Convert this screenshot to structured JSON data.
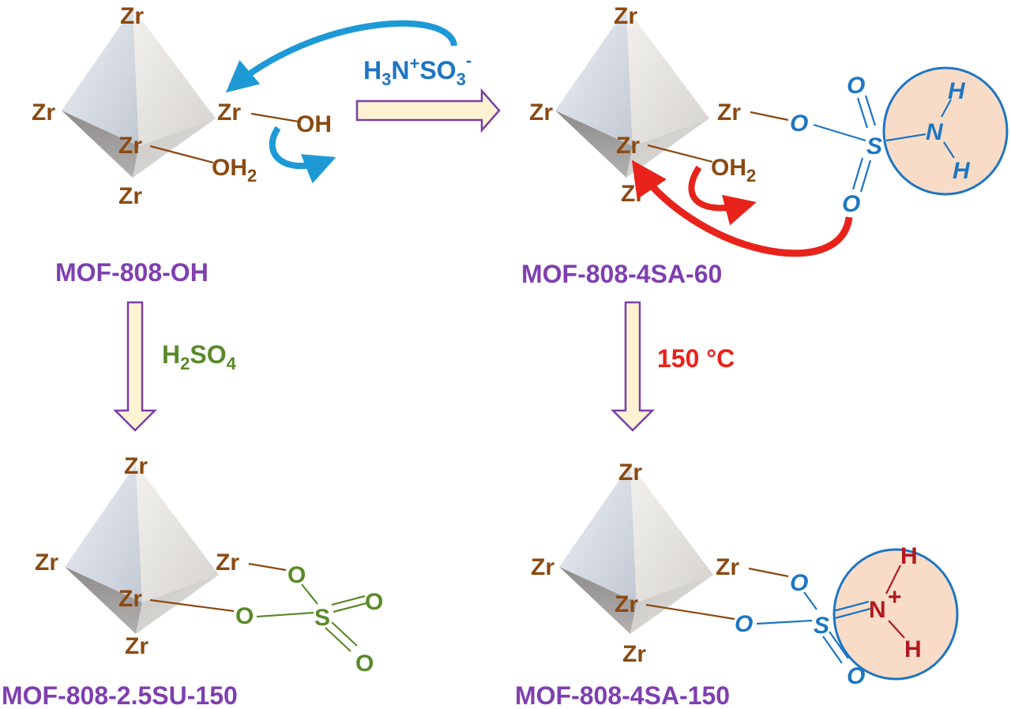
{
  "atoms": {
    "zr": "Zr",
    "oh": "OH",
    "oh2_base": "OH",
    "oh2_sub": "2",
    "o": "O",
    "s": "S",
    "n": "N",
    "h": "H",
    "n_plus": "N",
    "plus": "+"
  },
  "labels": {
    "mof_oh": "MOF-808-OH",
    "mof_4sa_60": "MOF-808-4SA-60",
    "mof_25su_150": "MOF-808-2.5SU-150",
    "mof_4sa_150": "MOF-808-4SA-150"
  },
  "reagents": {
    "sulfamic": {
      "h": "H",
      "h_sub": "3",
      "n": "N",
      "n_sup": "+",
      "so": "SO",
      "so_sub": "3",
      "charge": "-"
    },
    "sulfuric": {
      "h": "H",
      "h_sub": "2",
      "so": "SO",
      "so_sub": "4"
    },
    "temperature": "150 °C"
  },
  "colors": {
    "zr_brown": "#8a4a12",
    "title_purple": "#7f3fb0",
    "sulfamate_blue": "#1d76c2",
    "sulfate_green": "#5a8a2a",
    "heat_red": "#e8231b",
    "ammonium_red": "#b0191e",
    "highlight_fill": "#f8dcc8",
    "arrow_fill": "#fdf3d2"
  }
}
